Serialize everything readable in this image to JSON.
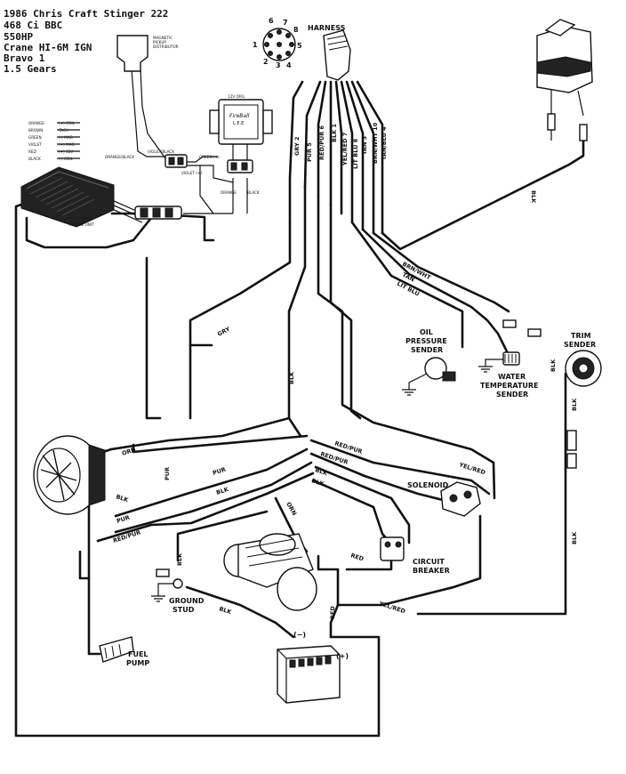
{
  "title_block": [
    "1986 Chris Craft Stinger 222",
    "468 Ci BBC",
    "550HP",
    "Crane HI-6M IGN",
    "Bravo 1",
    "1.5 Gears"
  ],
  "harness": {
    "label": "HARNESS",
    "pins": [
      "1",
      "2",
      "3",
      "4",
      "5",
      "6",
      "7",
      "8"
    ]
  },
  "harness_wires": [
    "GRY 2",
    "PUR 5",
    "RED/PUR 6",
    "BLK 1",
    "YEL/RED 7",
    "LIT BLU 8",
    "TAN 3",
    "BRN/WHT 10",
    "TAN/BLU 4"
  ],
  "ignition": {
    "legend": [
      [
        "ORANGE",
        "(+) COIL"
      ],
      [
        "BROWN",
        "TACH"
      ],
      [
        "GREEN",
        "(-) MAG"
      ],
      [
        "VIOLET",
        "(+) MAG"
      ],
      [
        "RED",
        "(+) 12V"
      ],
      [
        "BLACK",
        "(-) COIL"
      ]
    ],
    "unit_label": [
      "HI-6",
      "MARINE UNIT"
    ],
    "distributor_label": [
      "MAGNETIC",
      "PICKUP",
      "DISTRIBUTOR"
    ],
    "coil_label": "FireBall",
    "coil_sub": "L.E.E.",
    "pickup_wire_left": "ORANGE/BLACK",
    "pickup_wire_right": "VIOLET/BLACK",
    "coil_wire_left": "ORANGE",
    "coil_wire_right": "BLACK",
    "coil_top": "12V ORG",
    "green_wire": "GREEN (+)",
    "violet_wire": "VIOLET (+)"
  },
  "wire_labels": {
    "blk_right": "BLK",
    "brn_wht": "BRN/WHT",
    "tan": "TAN",
    "lit_blu": "LIT BLU",
    "gry": "GRY",
    "blk_center": "BLK",
    "orn_left": "ORN",
    "pur_left": "PUR",
    "pur_mid": "PUR",
    "blk_mid": "BLK",
    "blk_alt": "BLK",
    "pur_low": "PUR",
    "red_pur_low": "RED/PUR",
    "red_pur_a": "RED/PUR",
    "red_pur_b": "RED/PUR",
    "blk_a": "BLK",
    "blk_b": "BLK",
    "yel_red_a": "YEL/RED",
    "orn_mid": "ORN",
    "red_a": "RED",
    "red_b": "RED",
    "yel_red_b": "YEL/RED",
    "blk_ground": "BLK",
    "blk_stud": "BLK",
    "blk_trim": "BLK",
    "blk_trim_low": "BLK",
    "blk_trim_mid": "BLK"
  },
  "components": {
    "oil": [
      "OIL",
      "PRESSURE",
      "SENDER"
    ],
    "water": [
      "WATER",
      "TEMPERATURE",
      "SENDER"
    ],
    "trim": [
      "TRIM",
      "SENDER"
    ],
    "solenoid": "SOLENOID",
    "breaker": [
      "CIRCUIT",
      "BREAKER"
    ],
    "ground": [
      "GROUND",
      "STUD"
    ],
    "fuel": [
      "FUEL",
      "PUMP"
    ],
    "battery_neg": "(−)",
    "battery_pos": "(+)"
  }
}
